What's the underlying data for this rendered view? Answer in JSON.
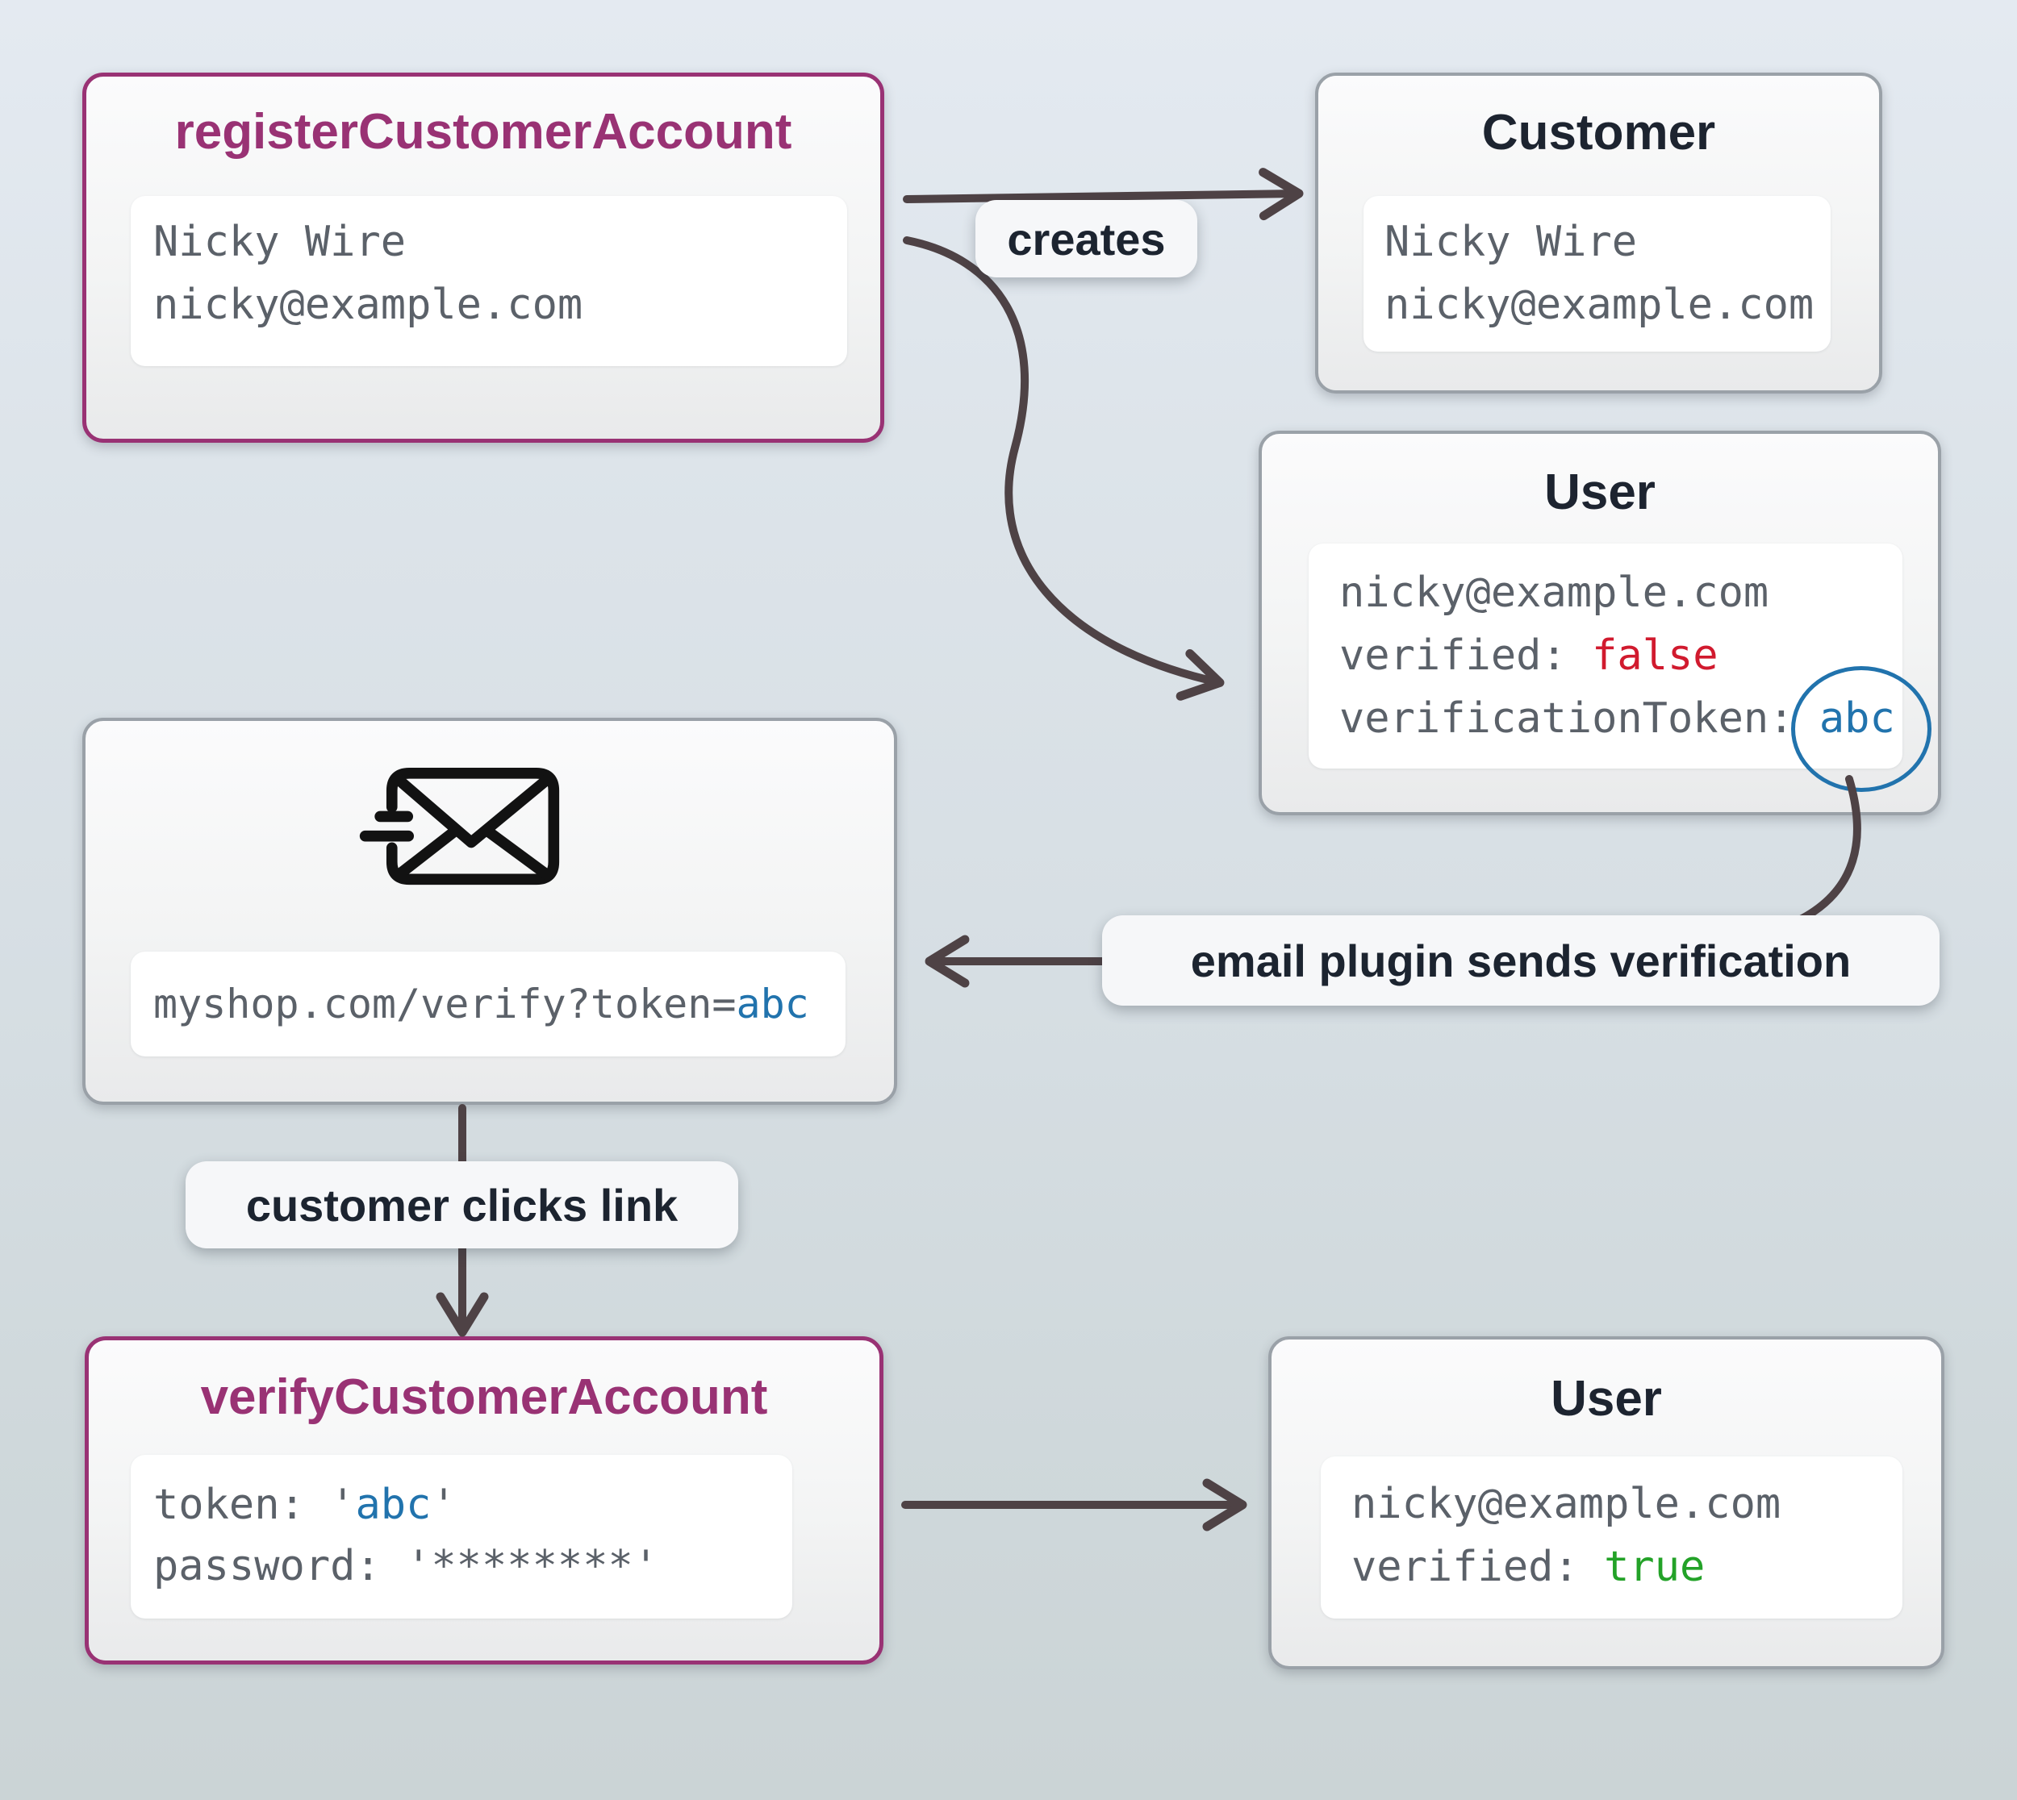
{
  "colors": {
    "accent_purple": "#993274",
    "title_dark": "#1d2430",
    "code_gray": "#5b6169",
    "value_false_red": "#d11a2e",
    "value_true_green": "#23a228",
    "value_token_blue": "#2173ad",
    "arrow": "#4e4245",
    "box_border_gray": "#9aa1a8"
  },
  "nodes": {
    "register": {
      "title": "registerCustomerAccount",
      "lines": [
        "Nicky Wire",
        "nicky@example.com"
      ]
    },
    "customer": {
      "title": "Customer",
      "lines": [
        "Nicky Wire",
        "nicky@example.com"
      ]
    },
    "user_mid": {
      "title": "User",
      "email": "nicky@example.com",
      "verified_label": "verified: ",
      "verified_value": "false",
      "token_label": "verificationToken:",
      "token_value": "abc"
    },
    "email_node": {
      "icon": "mail-send-icon",
      "url_prefix": "myshop.com/verify?token=",
      "url_token": "abc"
    },
    "verify": {
      "title": "verifyCustomerAccount",
      "token_label": "token: '",
      "token_value": "abc",
      "token_suffix": "'",
      "password_line": "password: '********'"
    },
    "user_bottom": {
      "title": "User",
      "email": "nicky@example.com",
      "verified_label": "verified: ",
      "verified_value": "true"
    }
  },
  "edges": {
    "creates": "creates",
    "email_plugin": "email plugin sends verification",
    "customer_clicks": "customer clicks link"
  }
}
